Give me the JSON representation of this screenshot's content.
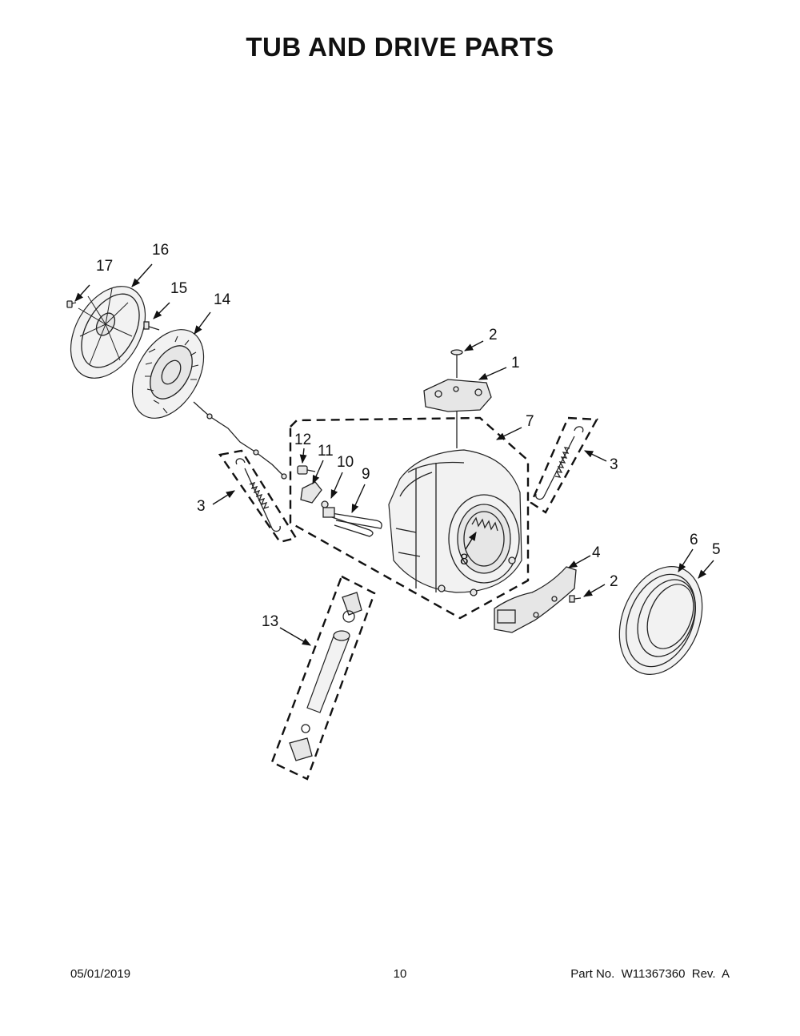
{
  "title": "TUB AND DRIVE PARTS",
  "callouts": {
    "c1": "1",
    "c2a": "2",
    "c2b": "2",
    "c3a": "3",
    "c3b": "3",
    "c4": "4",
    "c5": "5",
    "c6": "6",
    "c7": "7",
    "c8": "8",
    "c9": "9",
    "c10": "10",
    "c11": "11",
    "c12": "12",
    "c13": "13",
    "c14": "14",
    "c15": "15",
    "c16": "16",
    "c17": "17"
  },
  "footer": {
    "date": "05/01/2019",
    "page": "10",
    "part": "Part No.  W11367360  Rev.  A"
  }
}
